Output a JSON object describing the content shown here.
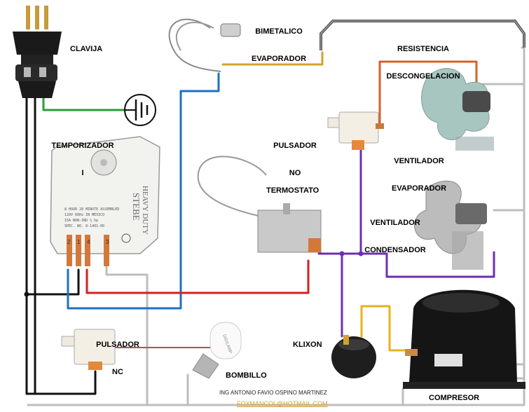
{
  "labels": {
    "clavija": "CLAVIJA",
    "bimetalico_l1": "BIMETALICO",
    "bimetalico_l2": "EVAPORADOR",
    "resistencia_l1": "RESISTENCIA",
    "resistencia_l2": "DESCONGELACION",
    "temporizador_l1": "TEMPORIZADOR",
    "temporizador_l2": "I",
    "pulsador_no_l1": "PULSADOR",
    "pulsador_no_l2": "NO",
    "ventilador_evap_l1": "VENTILADOR",
    "ventilador_evap_l2": "EVAPORADOR",
    "termostato": "TERMOSTATO",
    "ventilador_cond_l1": "VENTILADOR",
    "ventilador_cond_l2": "CONDENSADOR",
    "pulsador_nc_l1": "PULSADOR",
    "pulsador_nc_l2": "NC",
    "klixon": "KLIXON",
    "bombillo": "BOMBILLO",
    "compresor": "COMPRESOR"
  },
  "timer_text": {
    "brand": "STEBE",
    "model": "HEAVY DUTY",
    "line1": "8 HOUR 20 MINUTE ASSEMBLED",
    "line2": "120V 60Hz         IN MEXICO",
    "line3": "15A NON-IND  ½ hp",
    "line4": "SPEC. NO. 8-1401-00",
    "terminals": [
      "2",
      "1",
      "4",
      "3"
    ]
  },
  "bulb_text": "DIGILAMP",
  "credit": "ING ANTONIO FAVIO OSPINO MARTINEZ",
  "email": "FOXMANCOL@HOTMAIL.COM",
  "colors": {
    "black": "#111111",
    "green": "#2e9a3a",
    "blue": "#1f6fc4",
    "red": "#d62020",
    "gray": "#bdbdbd",
    "gold": "#d4a22a",
    "orange": "#d0622a",
    "purple": "#6b2fb0",
    "yellow": "#e7b31a"
  }
}
